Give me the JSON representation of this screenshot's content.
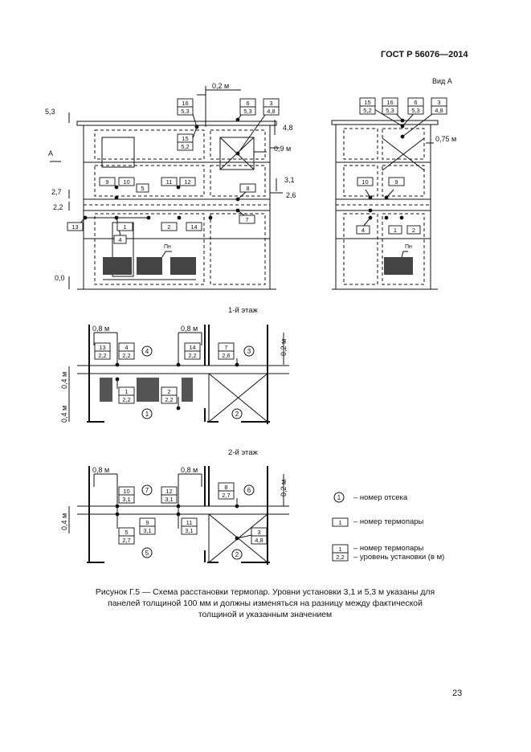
{
  "header": {
    "standard": "ГОСТ Р 56076—2014"
  },
  "page_number": "23",
  "elevation": {
    "levels": [
      "5,3",
      "4,8",
      "3,1",
      "2,7",
      "2,6",
      "2,2",
      "0,0",
      "0,9 м",
      "0,2 м",
      "0,75 м"
    ],
    "view_a": "Вид А",
    "section_mark": "А",
    "heater_label": "Пн",
    "boxes": [
      "16",
      "5,3",
      "15",
      "5,2",
      "6",
      "5,3",
      "3",
      "4,8",
      "9",
      "10",
      "5",
      "11",
      "12",
      "8",
      "7",
      "13",
      "1",
      "4",
      "2",
      "14"
    ],
    "view_boxes": [
      "15",
      "5,2",
      "16",
      "5,3",
      "6",
      "5,3",
      "3",
      "4,8",
      "10",
      "9",
      "4",
      "1",
      "2"
    ]
  },
  "floor1": {
    "title": "1-й этаж",
    "dims": [
      "0,8 м",
      "0,8 м",
      "0,2 м",
      "0,4 м",
      "0,4 м"
    ],
    "compartments": [
      "1",
      "2",
      "3",
      "4"
    ],
    "pairs": [
      [
        "13",
        "2,2"
      ],
      [
        "4",
        "2,2"
      ],
      [
        "14",
        "2,2"
      ],
      [
        "7",
        "2,6"
      ],
      [
        "1",
        "2,2"
      ],
      [
        "2",
        "2,2"
      ]
    ]
  },
  "floor2": {
    "title": "2-й этаж",
    "dims": [
      "0,8 м",
      "0,8 м",
      "0,2 м",
      "0,4 м"
    ],
    "compartments": [
      "7",
      "6",
      "5",
      "2"
    ],
    "pairs": [
      [
        "10",
        "3,1"
      ],
      [
        "12",
        "3,1"
      ],
      [
        "8",
        "2,7"
      ],
      [
        "9",
        "3,1"
      ],
      [
        "11",
        "3,1"
      ],
      [
        "5",
        "2,7"
      ],
      [
        "3",
        "4,8"
      ]
    ]
  },
  "legend": {
    "compartment_symbol": "1",
    "compartment_text": "– номер отсека",
    "thermocouple_symbol": "1",
    "thermocouple_text": "– номер термопары",
    "pair_top": "1",
    "pair_bottom": "2,2",
    "pair_text_top": "– номер термопары",
    "pair_text_bottom": "– уровень установки (в м)"
  },
  "caption": "Рисунок Г.5 — Схема расстановки термопар. Уровни установки 3,1 и 5,3 м указаны для панелей толщиной 100 мм и должны изменяться на разницу между фактической толщиной и указанным значением"
}
